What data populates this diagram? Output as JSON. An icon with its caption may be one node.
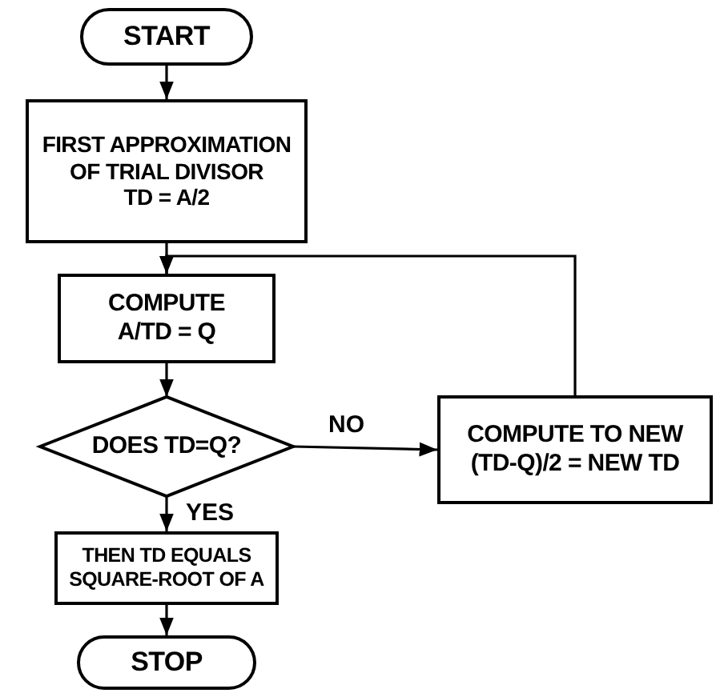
{
  "diagram": {
    "nodes": [
      {
        "text": [
          "START"
        ]
      },
      {
        "text": [
          "FIRST APPROXIMATION OF TRIAL DIVISOR",
          "TD = A/2"
        ]
      },
      {
        "text": [
          "COMPUTE",
          "A/TD = Q"
        ]
      },
      {
        "text": [
          "DOES TD=Q?"
        ]
      },
      {
        "text": [
          "COMPUTE TO NEW",
          "(TD-Q)/2 = NEW TD"
        ]
      },
      {
        "text": [
          "THEN TD EQUALS SQUARE-ROOT OF A"
        ]
      },
      {
        "text": [
          "STOP"
        ]
      }
    ],
    "edges": [
      {
        "from": 0,
        "to": 1,
        "arrow": "to"
      },
      {
        "from": 1,
        "to": 2,
        "arrow": "to"
      },
      {
        "from": 2,
        "to": 3,
        "arrow": "to"
      },
      {
        "from": 3,
        "to": 4,
        "arrow": "to",
        "label": "NO"
      },
      {
        "from": 4,
        "to": 2,
        "arrow": "to"
      },
      {
        "from": 3,
        "to": 5,
        "arrow": "to",
        "label": "YES"
      },
      {
        "from": 5,
        "to": 6,
        "arrow": "to"
      }
    ]
  }
}
